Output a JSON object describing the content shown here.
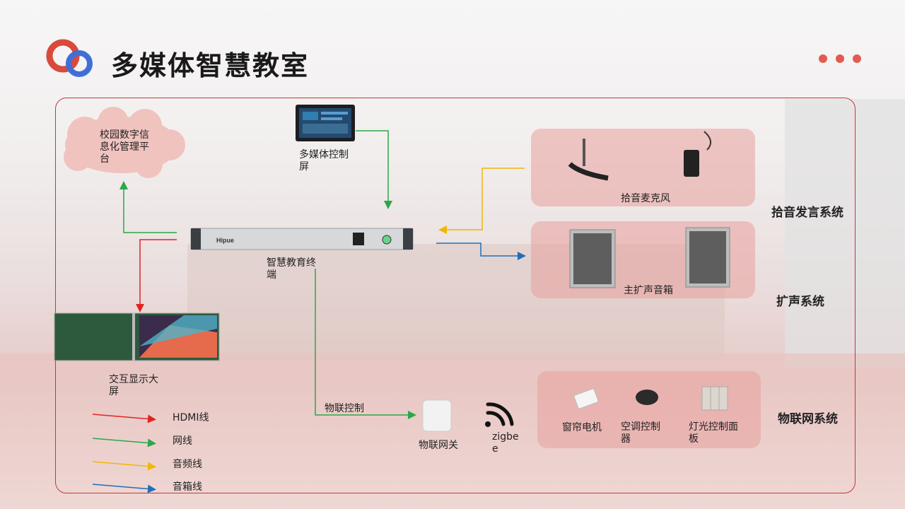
{
  "title": "多媒体智慧教室",
  "nodes": {
    "cloud": "校园数字信息化管理平台",
    "control_screen": "多媒体控制屏",
    "terminal": "智慧教育终端",
    "display": "交互显示大屏",
    "iot_gateway": "物联网关",
    "zigbee": "zigbee",
    "mic": "拾音麦克风",
    "speaker": "主扩声音箱",
    "curtain": "窗帘电机",
    "aircon": "空调控制器",
    "light": "灯光控制面板",
    "iot_link": "物联控制"
  },
  "systems": {
    "pickup": "拾音发言系统",
    "amplify": "扩声系统",
    "iot": "物联网系统"
  },
  "terminal_brand": "Hipue",
  "legend": [
    {
      "label": "HDMI线",
      "color": "#e02424"
    },
    {
      "label": "网线",
      "color": "#2aa84a"
    },
    {
      "label": "音频线",
      "color": "#f2b705"
    },
    {
      "label": "音箱线",
      "color": "#1f6fb8"
    }
  ],
  "colors": {
    "frame": "#c0393b",
    "panel": "#e8a09d",
    "dots": "#e35a4f",
    "logo_red": "#d84a3c",
    "logo_blue": "#3f6fd6"
  }
}
